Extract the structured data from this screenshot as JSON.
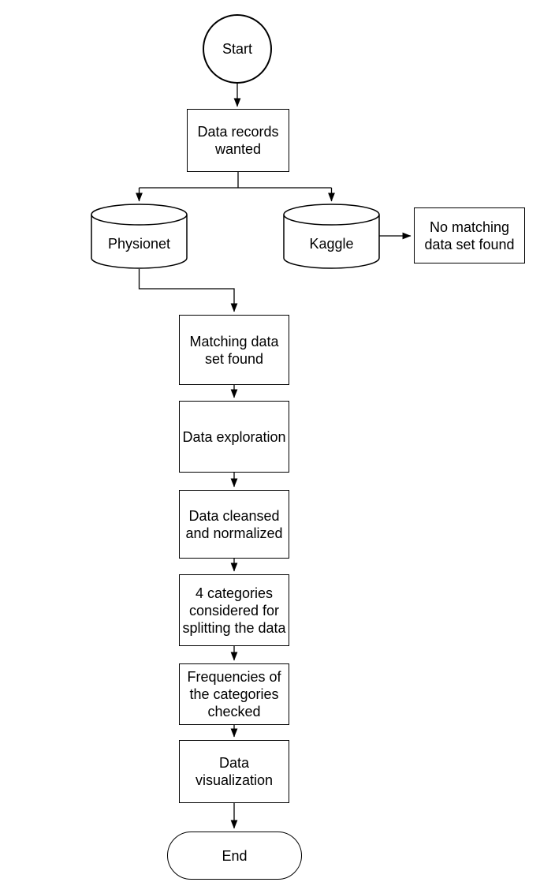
{
  "diagram": {
    "type": "flowchart",
    "background": "#ffffff",
    "stroke_color": "#000000",
    "text_color": "#000000",
    "nodes": {
      "start": {
        "label": "Start",
        "shape": "circle"
      },
      "data_records": {
        "label": "Data records\nwanted",
        "shape": "process"
      },
      "physionet": {
        "label": "Physionet",
        "shape": "database"
      },
      "kaggle": {
        "label": "Kaggle",
        "shape": "database"
      },
      "no_match": {
        "label": "No matching\ndata set found",
        "shape": "process"
      },
      "match_found": {
        "label": "Matching data\nset found",
        "shape": "process"
      },
      "exploration": {
        "label": "Data exploration",
        "shape": "process"
      },
      "cleansed": {
        "label": "Data cleansed\nand normalized",
        "shape": "process"
      },
      "categories": {
        "label": "4 categories\nconsidered for\nsplitting the data",
        "shape": "process"
      },
      "frequencies": {
        "label": "Frequencies of\nthe categories\nchecked",
        "shape": "process"
      },
      "visualization": {
        "label": "Data\nvisualization",
        "shape": "process"
      },
      "end": {
        "label": "End",
        "shape": "terminator"
      }
    },
    "edges": [
      {
        "from": "start",
        "to": "data_records"
      },
      {
        "from": "data_records",
        "to": "physionet"
      },
      {
        "from": "data_records",
        "to": "kaggle"
      },
      {
        "from": "kaggle",
        "to": "no_match"
      },
      {
        "from": "physionet",
        "to": "match_found"
      },
      {
        "from": "match_found",
        "to": "exploration"
      },
      {
        "from": "exploration",
        "to": "cleansed"
      },
      {
        "from": "cleansed",
        "to": "categories"
      },
      {
        "from": "categories",
        "to": "frequencies"
      },
      {
        "from": "frequencies",
        "to": "visualization"
      },
      {
        "from": "visualization",
        "to": "end"
      }
    ]
  }
}
